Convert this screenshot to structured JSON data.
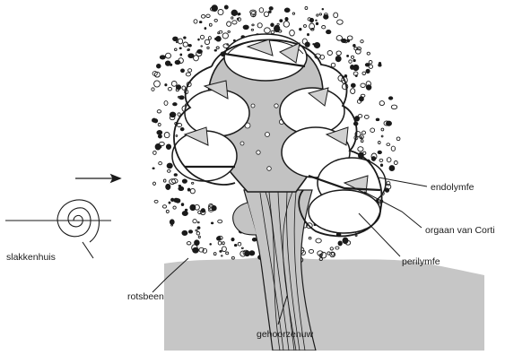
{
  "labels": {
    "endolymfe": "endolymfe",
    "orgaan_van_corti": "orgaan van Corti",
    "perilymfe": "perilymfe",
    "slakkenhuis": "slakkenhuis",
    "rotsbeen": "rotsbeen",
    "gehoorzenuw": "gehoorzenuw"
  },
  "colors": {
    "ink": "#1a1a1a",
    "fill": "#bdbdbd",
    "chamber": "#ffffff"
  }
}
